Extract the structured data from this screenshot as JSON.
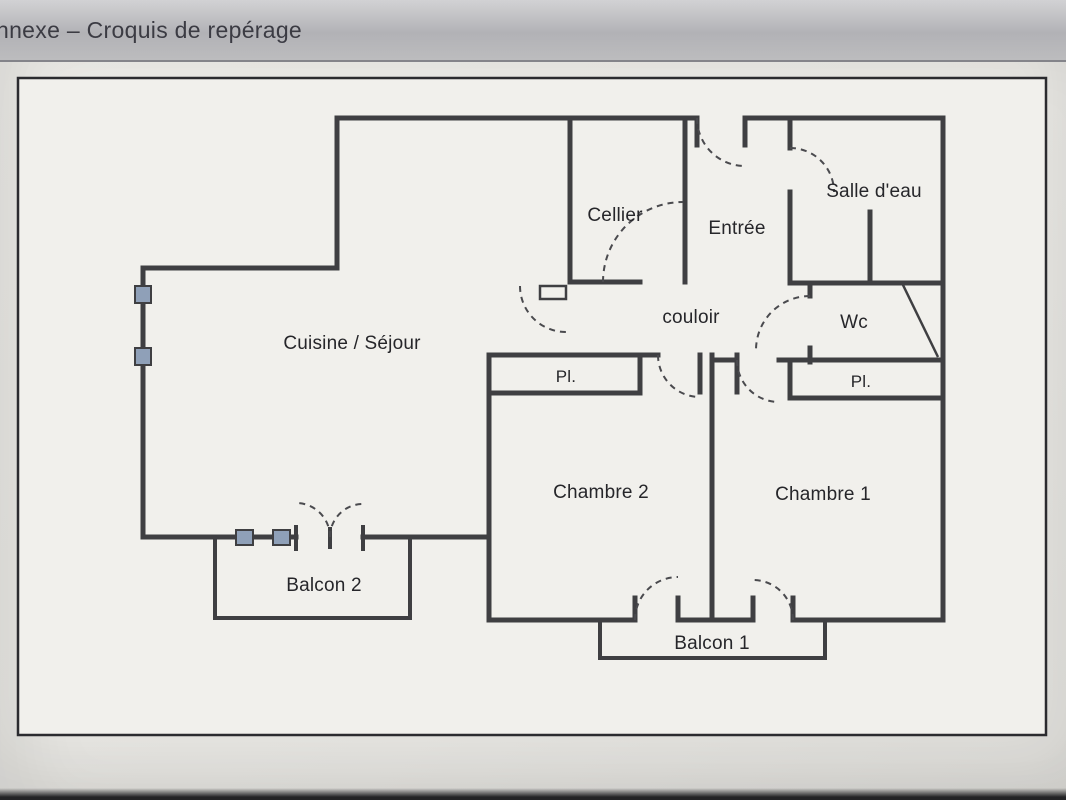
{
  "header": {
    "title": "nnexe – Croquis de repérage"
  },
  "plan": {
    "rooms": {
      "cellier": "Cellier",
      "entree": "Entrée",
      "salle_deau": "Salle d'eau",
      "cuisine_sejour": "Cuisine / Séjour",
      "couloir": "couloir",
      "wc": "Wc",
      "placard_1": "Pl.",
      "placard_2": "Pl.",
      "chambre_2": "Chambre 2",
      "chambre_1": "Chambre 1",
      "balcon_2": "Balcon 2",
      "balcon_1": "Balcon 1"
    },
    "colors": {
      "wall": "#3f3f42",
      "dash": "#4a4a4e",
      "window": "#8fa0b8",
      "paper": "#f1f0ec",
      "border": "#2b2b2f"
    }
  }
}
